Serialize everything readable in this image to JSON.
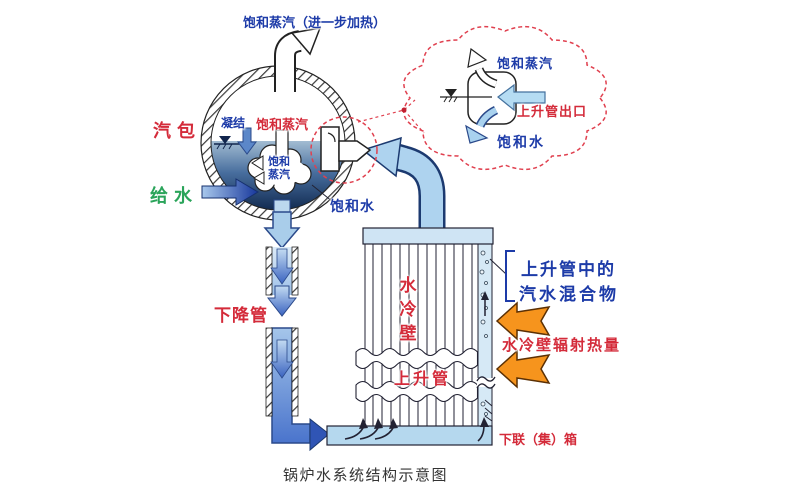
{
  "title": "锅炉水系统结构示意图",
  "colors": {
    "label_blue": "#1d3ba8",
    "label_red": "#d42b3a",
    "label_green": "#2aa45a",
    "pipe_blue": "#aed3ef",
    "heat_orange": "#f6941d"
  },
  "labels": {
    "superheat_steam": "饱和蒸汽（进一步加热）",
    "steam_drum": "汽包",
    "condensation": "凝结",
    "saturated_steam": "饱和蒸汽",
    "drum_bubble_steam": "饱和\n蒸汽",
    "feed_water": "给水",
    "saturated_water": "饱和水",
    "downcomer": "下降管",
    "water_wall": "水冷壁",
    "riser": "上升管",
    "riser_mixture_line1": "上升管中的",
    "riser_mixture_line2": "汽水混合物",
    "radiant_heat": "水冷壁辐射热量",
    "lower_header": "下联（集）箱"
  },
  "callout": {
    "saturated_steam": "饱和蒸汽",
    "riser_outlet": "上升管出口",
    "saturated_water": "饱和水"
  }
}
